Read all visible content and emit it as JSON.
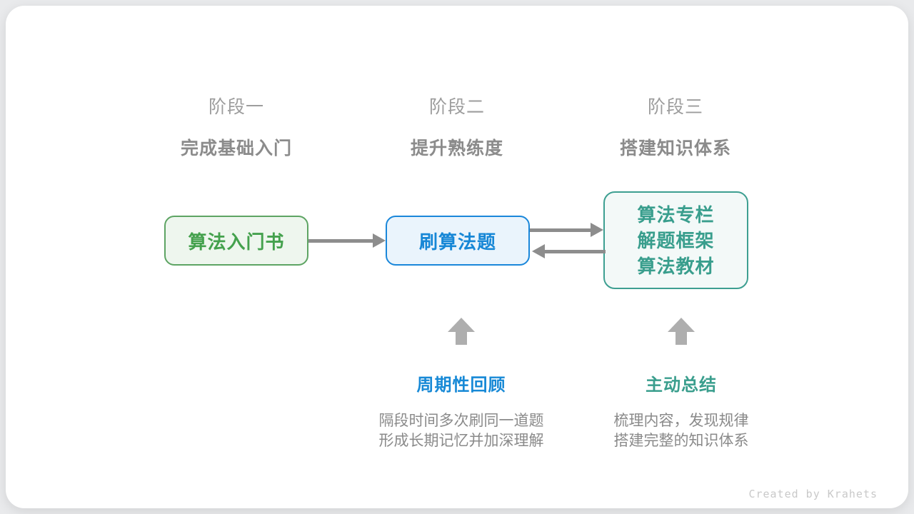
{
  "stages": [
    {
      "label": "阶段一",
      "subtitle": "完成基础入门"
    },
    {
      "label": "阶段二",
      "subtitle": "提升熟练度"
    },
    {
      "label": "阶段三",
      "subtitle": "搭建知识体系"
    }
  ],
  "nodes": {
    "book": {
      "text": "算法入门书"
    },
    "practice": {
      "text": "刷算法题"
    },
    "resources": {
      "lines": [
        "算法专栏",
        "解题框架",
        "算法教材"
      ]
    }
  },
  "annotations": [
    {
      "title": "周期性回顾",
      "desc_line1": "隔段时间多次刷同一道题",
      "desc_line2": "形成长期记忆并加深理解"
    },
    {
      "title": "主动总结",
      "desc_line1": "梳理内容，发现规律",
      "desc_line2": "搭建完整的知识体系"
    }
  ],
  "icons": {
    "arrow_right": "right-arrow connector",
    "arrow_left": "left-arrow connector",
    "arrow_up": "up-arrow pointer"
  },
  "colors": {
    "page_background": "#e9eaec",
    "card_background": "#ffffff",
    "green_border": "#5da463",
    "green_fill": "#eef6ee",
    "green_text": "#44a14d",
    "blue_border": "#1a87da",
    "blue_fill": "#eaf4fc",
    "blue_text": "#1787d6",
    "teal_border": "#3d9f91",
    "teal_fill": "#f3f9f8",
    "teal_text": "#399e8d",
    "arrow_gray": "#8d8d8d",
    "up_arrow_gray": "#aeaeae",
    "stage_label_gray": "#9d9d9d",
    "stage_subtitle_gray": "#8b8b8b",
    "desc_gray": "#8a8a8a",
    "credit_gray": "#c9c9c9"
  },
  "footer": {
    "credit": "Created by Krahets"
  }
}
